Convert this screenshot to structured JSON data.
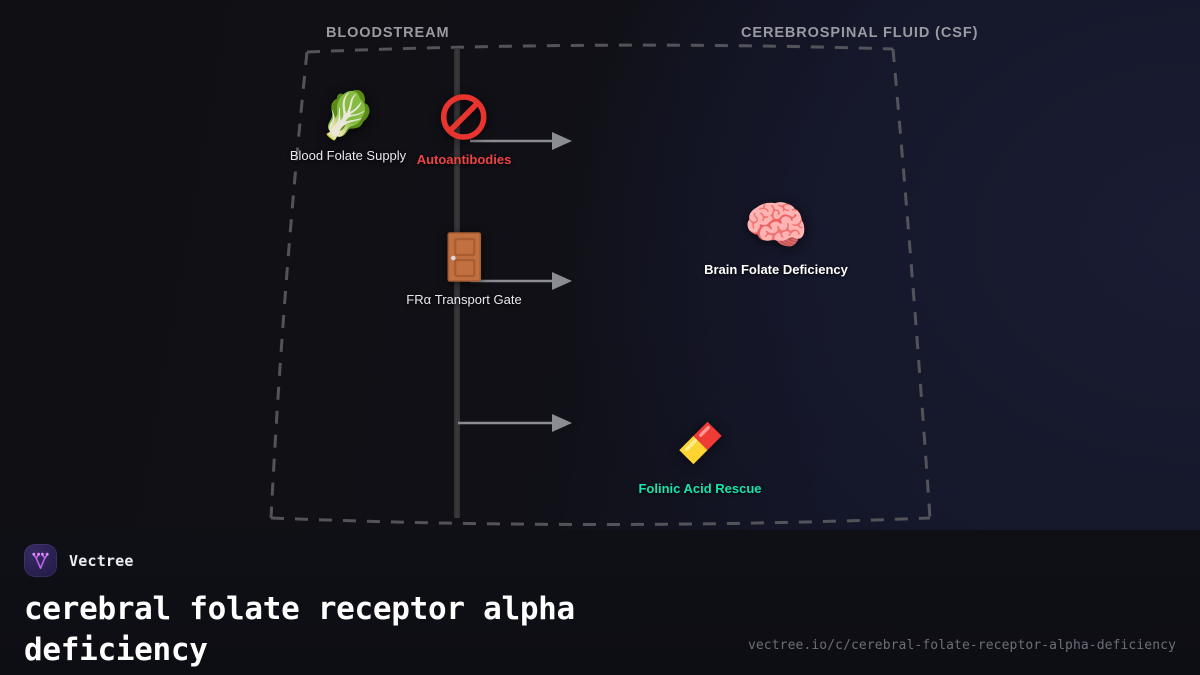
{
  "diagram": {
    "regions": [
      {
        "id": "bloodstream",
        "label": "BLOODSTREAM"
      },
      {
        "id": "csf",
        "label": "CEREBROSPINAL FLUID (CSF)"
      }
    ],
    "barrier": {
      "name": "blood-csf-barrier",
      "color": "#3a3a3d"
    },
    "nodes": [
      {
        "id": "blood-folate-supply",
        "icon": "leafy-green-emoji",
        "glyph": "🥬",
        "label": "Blood Folate Supply",
        "style": "plain"
      },
      {
        "id": "autoantibodies",
        "icon": "prohibited-sign-icon",
        "glyph": "🚫",
        "label": "Autoantibodies",
        "style": "danger",
        "color": "#ef4444"
      },
      {
        "id": "fra-transport-gate",
        "icon": "door-emoji",
        "glyph": "🚪",
        "label": "FRα Transport Gate",
        "style": "plain"
      },
      {
        "id": "brain-folate-deficiency",
        "icon": "brain-emoji",
        "glyph": "🧠",
        "label": "Brain Folate Deficiency",
        "style": "strong"
      },
      {
        "id": "folinic-acid-rescue",
        "icon": "pill-capsule-icon",
        "glyph": "💊",
        "label": "Folinic Acid Rescue",
        "style": "accent",
        "color": "#14e6ac"
      }
    ],
    "arrows": [
      {
        "id": "arrow-blocked-transport",
        "from": "autoantibodies",
        "to": "csf"
      },
      {
        "id": "arrow-gate-transport",
        "from": "fra-transport-gate",
        "to": "csf"
      },
      {
        "id": "arrow-rescue-transport",
        "from": "bloodstream",
        "to": "csf"
      }
    ]
  },
  "footer": {
    "brand": "Vectree",
    "logo_icon": "vectree-branch-logo",
    "title": "cerebral folate receptor alpha deficiency",
    "url": "vectree.io/c/cerebral-folate-receptor-alpha-deficiency"
  }
}
